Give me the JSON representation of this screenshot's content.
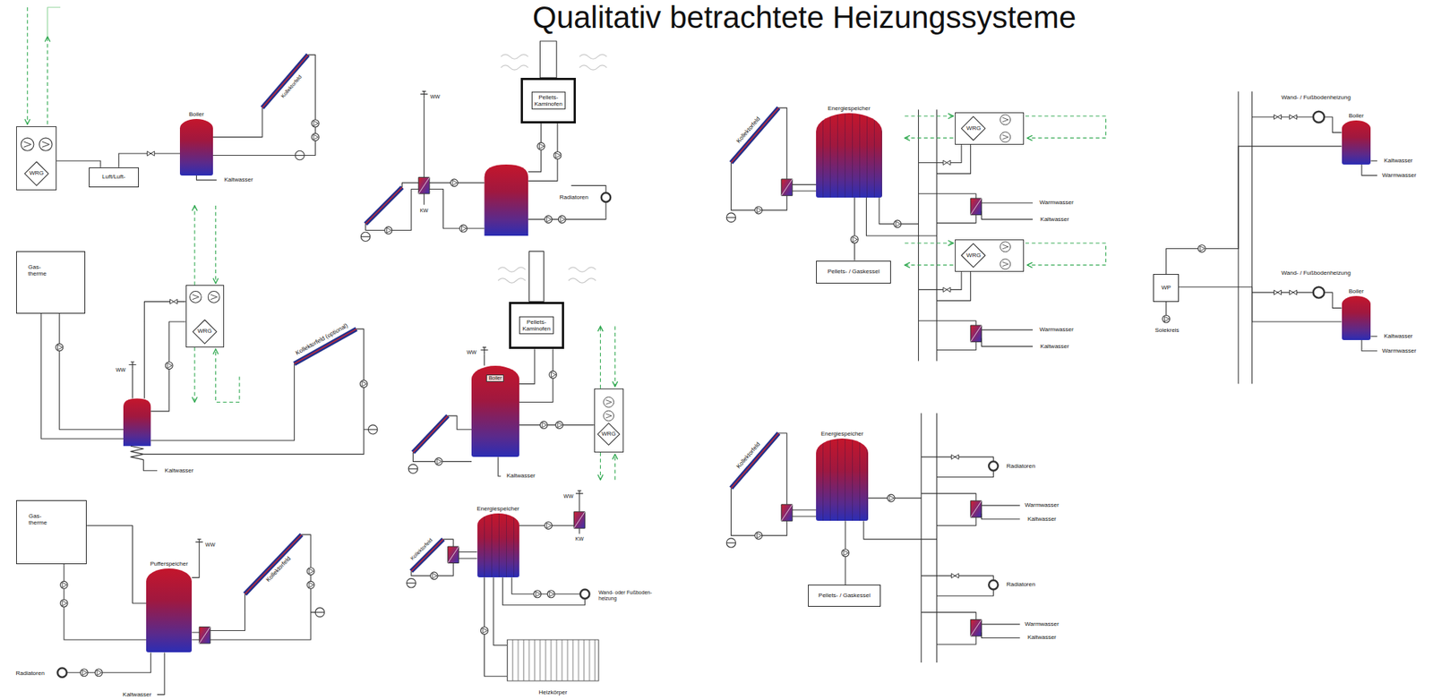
{
  "diagram": {
    "title": "Qualitativ betrachtete Heizungssysteme",
    "nodes": [
      {
        "text": [
          "Luft/Luft-"
        ]
      },
      {
        "text": [
          "WRG"
        ]
      },
      {
        "text": [
          "Boiler"
        ]
      },
      {
        "text": [
          "Pellets- Kaminofen"
        ]
      },
      {
        "text": [
          "Gas- therme"
        ]
      },
      {
        "text": [
          "WRG"
        ]
      },
      {
        "text": [
          "Gas- therme"
        ]
      },
      {
        "text": [
          "Pufferspeicher"
        ]
      },
      {
        "text": [
          "Pellets- Kaminofen"
        ]
      },
      {
        "text": [
          "Boiler"
        ]
      },
      {
        "text": [
          "WRG"
        ]
      },
      {
        "text": [
          "Energiespeicher"
        ]
      },
      {
        "text": [
          "Energiespeicher"
        ]
      },
      {
        "text": [
          "Pellets- / Gaskessel"
        ]
      },
      {
        "text": [
          "WRG"
        ]
      },
      {
        "text": [
          "WRG"
        ]
      },
      {
        "text": [
          "Energiespeicher"
        ]
      },
      {
        "text": [
          "Pellets- / Gaskessel"
        ]
      },
      {
        "text": [
          "WP"
        ]
      },
      {
        "text": [
          "Boiler"
        ]
      },
      {
        "text": [
          "Boiler"
        ]
      }
    ],
    "edges": [
      {
        "from": 1,
        "to": 0,
        "arrow": "none"
      },
      {
        "from": 0,
        "to": 2,
        "arrow": "none"
      },
      {
        "from": 6,
        "to": 7,
        "arrow": "none"
      },
      {
        "from": 8,
        "to": 9,
        "arrow": "none"
      },
      {
        "from": 9,
        "to": 10,
        "arrow": "none"
      },
      {
        "from": 12,
        "to": 13,
        "arrow": "none"
      },
      {
        "from": 16,
        "to": 17,
        "arrow": "none"
      },
      {
        "from": 18,
        "to": 19,
        "arrow": "none"
      },
      {
        "from": 18,
        "to": 20,
        "arrow": "none"
      }
    ],
    "labels": [
      "Kollektorfeld",
      "Kaltwasser",
      "WW",
      "KW",
      "Radiatoren",
      "WW",
      "Kaltwasser",
      "Kollektorfeld (optional)",
      "WW",
      "Kollektorfeld",
      "Radiatoren",
      "Kaltwasser",
      "WW",
      "Kaltwasser",
      "Kollektorfeld",
      "WW",
      "KW",
      "Wand- oder Fußboden- heizung",
      "Heizkörper",
      "Kollektorfeld",
      "Warmwasser",
      "Kaltwasser",
      "Warmwasser",
      "Kaltwasser",
      "Kollektorfeld",
      "Radiatoren",
      "Warmwasser",
      "Kaltwasser",
      "Radiatoren",
      "Warmwasser",
      "Kaltwasser",
      "Wand- / Fußbodenheizung",
      "Kaltwasser",
      "Warmwasser",
      "Wand- / Fußbodenheizung",
      "Kaltwasser",
      "Warmwasser",
      "Solekreis"
    ]
  }
}
